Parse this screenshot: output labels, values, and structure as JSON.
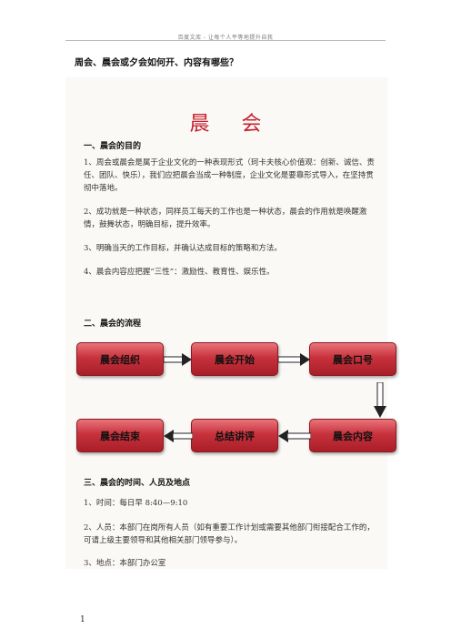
{
  "header": {
    "text": "百度文库 - 让每个人平等地提升自我"
  },
  "question": "周会、晨会或夕会如何开、内容有哪些？",
  "title": "晨  会",
  "section1": {
    "heading": "一、晨会的目的",
    "p1": "1、周会或晨会是属于企业文化的一种表现形式（珂卡夫核心价值观：创新、诚信、责任、团队、快乐），我们应把晨会当成一种制度，企业文化是要靠形式导入，在坚持贯彻中落地。",
    "p2": "2、成功就是一种状态，同样员工每天的工作也是一种状态，晨会的作用就是唤醒激情，鼓舞状态，明确目标，提升效率。",
    "p3": "3、明确当天的工作目标，并确认达成目标的策略和方法。",
    "p4": "4、晨会内容应把握“三性”：激励性、教育性、娱乐性。"
  },
  "section2": {
    "heading": "二、晨会的流程",
    "flow": [
      "晨会组织",
      "晨会开始",
      "晨会口号",
      "晨会内容",
      "总结讲评",
      "晨会结束"
    ]
  },
  "section3": {
    "heading": "三、晨会的时间、人员及地点",
    "p1": "1、时间：每日早 8:40—9:10",
    "p2": "2、人员：本部门在岗所有人员（如有重要工作计划或需要其他部门衔接配合工作的，可请上级主要领导和其他相关部门领导参与）。",
    "p3": "3、地点：本部门办公室"
  },
  "footer": {
    "page": "1"
  }
}
